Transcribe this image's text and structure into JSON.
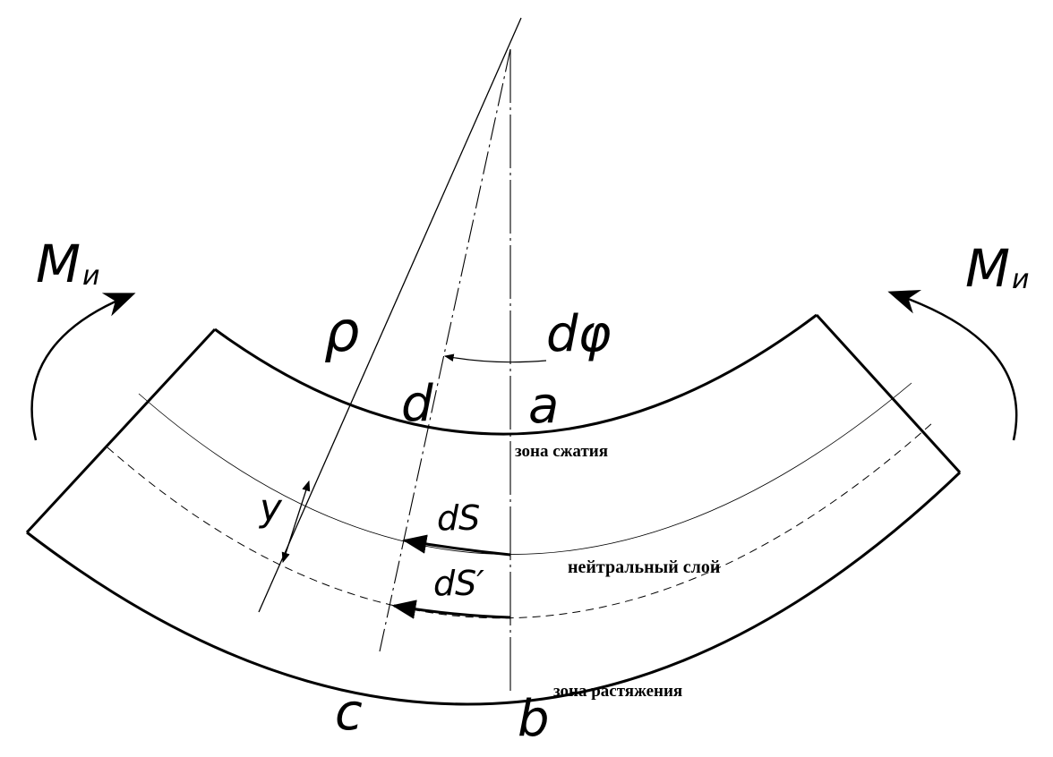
{
  "diagram": {
    "moment_label_left": "M",
    "moment_sub_left": "и",
    "moment_label_right": "M",
    "moment_sub_right": "и",
    "rho_label": "ρ",
    "dphi_label": "dφ",
    "point_d": "d",
    "point_a": "a",
    "point_c": "c",
    "point_b": "b",
    "y_label": "y",
    "ds_label": "dS",
    "ds_prime_label": "dS′",
    "zone_compression": "зона сжатия",
    "neutral_layer": "нейтральный слой",
    "zone_tension": "зона растяжения",
    "line_color": "#000000"
  }
}
